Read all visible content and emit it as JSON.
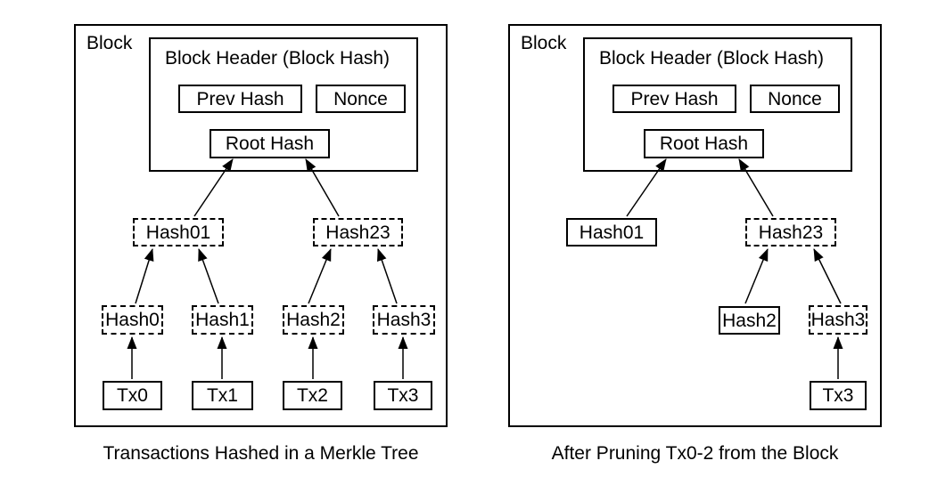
{
  "colors": {
    "ink": "#000000",
    "background": "#ffffff"
  },
  "left_panel": {
    "block_label": "Block",
    "header": {
      "title": "Block Header (Block Hash)",
      "prev_hash_label": "Prev Hash",
      "nonce_label": "Nonce",
      "root_hash_label": "Root Hash"
    },
    "nodes": {
      "hash01": {
        "label": "Hash01",
        "border": "dashed"
      },
      "hash23": {
        "label": "Hash23",
        "border": "dashed"
      },
      "hash0": {
        "label": "Hash0",
        "border": "dashed"
      },
      "hash1": {
        "label": "Hash1",
        "border": "dashed"
      },
      "hash2": {
        "label": "Hash2",
        "border": "dashed"
      },
      "hash3": {
        "label": "Hash3",
        "border": "dashed"
      },
      "tx0": {
        "label": "Tx0",
        "border": "solid"
      },
      "tx1": {
        "label": "Tx1",
        "border": "solid"
      },
      "tx2": {
        "label": "Tx2",
        "border": "solid"
      },
      "tx3": {
        "label": "Tx3",
        "border": "solid"
      }
    },
    "caption": "Transactions Hashed in a Merkle Tree"
  },
  "right_panel": {
    "block_label": "Block",
    "header": {
      "title": "Block Header (Block Hash)",
      "prev_hash_label": "Prev Hash",
      "nonce_label": "Nonce",
      "root_hash_label": "Root Hash"
    },
    "nodes": {
      "hash01": {
        "label": "Hash01",
        "border": "solid"
      },
      "hash23": {
        "label": "Hash23",
        "border": "dashed"
      },
      "hash2": {
        "label": "Hash2",
        "border": "solid"
      },
      "hash3": {
        "label": "Hash3",
        "border": "dashed"
      },
      "tx3": {
        "label": "Tx3",
        "border": "solid"
      }
    },
    "caption": "After Pruning Tx0-2 from the Block"
  }
}
